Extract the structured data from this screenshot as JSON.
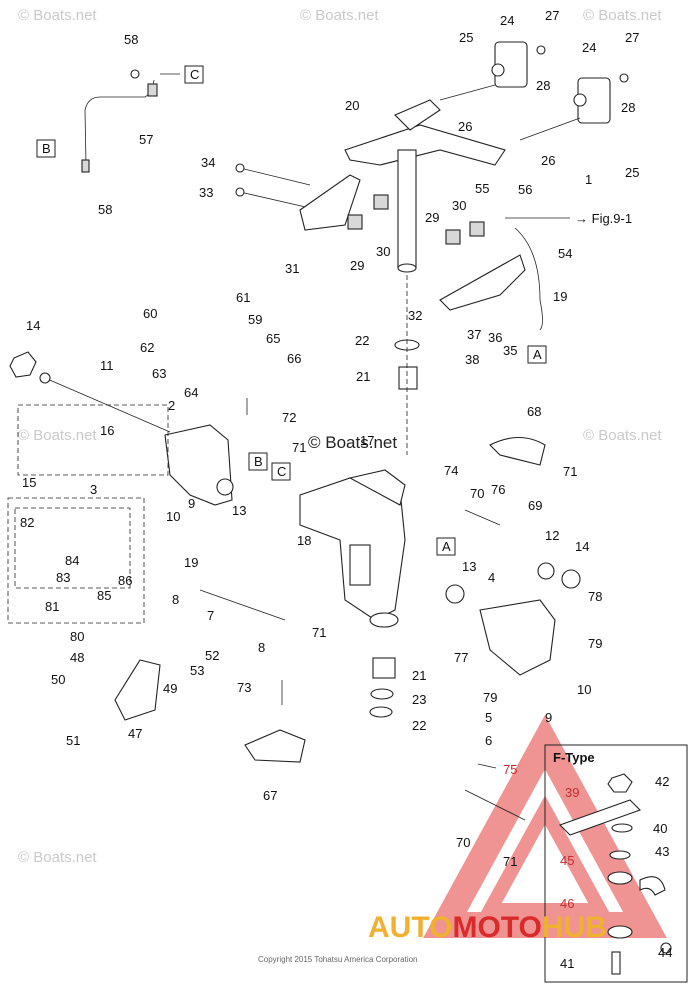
{
  "watermark": "© Boats.net",
  "fig_ref": "Fig.9-1",
  "copyright": "Copyright 2015 Tohatsu America Corporation",
  "inset_title": "F-Type",
  "brand": {
    "part1": "AUTO",
    "part2": "MOTO",
    "part3": "HUB"
  },
  "ref_boxes": [
    "A",
    "B",
    "C"
  ],
  "callouts": [
    "1",
    "2",
    "3",
    "4",
    "5",
    "6",
    "7",
    "8",
    "9",
    "10",
    "11",
    "12",
    "13",
    "14",
    "15",
    "16",
    "17",
    "18",
    "19",
    "20",
    "21",
    "22",
    "23",
    "24",
    "25",
    "26",
    "27",
    "28",
    "29",
    "30",
    "31",
    "32",
    "33",
    "34",
    "35",
    "36",
    "37",
    "38",
    "39",
    "40",
    "41",
    "42",
    "43",
    "44",
    "45",
    "46",
    "47",
    "48",
    "49",
    "50",
    "51",
    "52",
    "53",
    "54",
    "55",
    "56",
    "57",
    "58",
    "59",
    "60",
    "61",
    "62",
    "63",
    "64",
    "65",
    "66",
    "67",
    "68",
    "69",
    "70",
    "71",
    "72",
    "73",
    "74",
    "75",
    "76",
    "77",
    "78",
    "79",
    "80",
    "81",
    "82",
    "83",
    "84",
    "85",
    "86"
  ],
  "colors": {
    "line": "#222222",
    "red_label": "#c03030",
    "watermark_red": "#e23b3b",
    "brand_orange": "#f0b030",
    "brand_red": "#d92b2b"
  }
}
